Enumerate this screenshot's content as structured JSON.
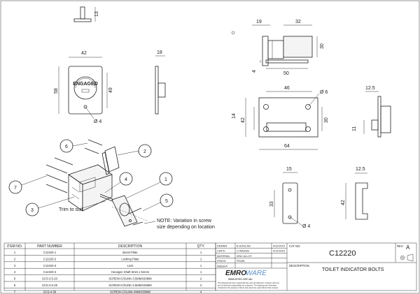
{
  "drawing": {
    "title_number": "C12220",
    "title_name": "TOILET INDICATOR BOLTS",
    "rev_label": "REV.",
    "rev_value": "A",
    "cat_no_label": "CAT NO.",
    "description_label": "DESCRIPTION",
    "brand_name": "EMRO",
    "brand_suffix": "WARE",
    "website": "www.emro.com.au",
    "disclaimer_1": "This drawing has been issued with due care and attention, however items as",
    "disclaimer_2": "are not held any responsibility for omissions. The drawing and information",
    "disclaimer_3": "contained is the property of Emro and cannot be used without their consent.",
    "meta": [
      {
        "label": "DRAWN",
        "value": "B DOOLAN",
        "date": "4/12/2015"
      },
      {
        "label": "CHK'D",
        "value": "U WAUGE",
        "date": "4/12/2015"
      },
      {
        "label": "MATERIAL",
        "value": "ZINC ALLOY",
        "date": ""
      },
      {
        "label": "FINISH",
        "value": "PEARL",
        "date": ""
      },
      {
        "label": "WEIGHT",
        "value": "",
        "date": ""
      }
    ],
    "bom_headers": [
      "ITEM NO.",
      "PART NUMBER",
      "DESCRIPTION",
      "QTY."
    ],
    "bom_rows": [
      [
        "1",
        "C12220-1",
        "Bezel Plate",
        "1"
      ],
      [
        "2",
        "C12220-2",
        "Locking Plate",
        "1"
      ],
      [
        "3",
        "C12220-3",
        "Lock",
        "1"
      ],
      [
        "4",
        "C12220-4",
        "Hexagon Shaft 5mm x 51mm",
        "1"
      ],
      [
        "5",
        "SCS-3.5-20",
        "SCREW-C/SUNK-3.5MMX20MM",
        "2"
      ],
      [
        "6",
        "SCS-3.5-25",
        "SCREW-C/SUNK-3.5MMX25MM",
        "2"
      ],
      [
        "7",
        "SCS-4-30",
        "SCREW-C/SUNK-4MMX30MM",
        "4"
      ]
    ],
    "engaged_text": "ENGAGED",
    "dims": {
      "d13": "13",
      "d42_bezel": "42",
      "d58": "58",
      "d49": "49",
      "d18": "18",
      "dia4_bezel": "Ø 4",
      "d19": "19",
      "d32": "32",
      "d30_top": "30",
      "d4": "4",
      "d50": "50",
      "d46": "46",
      "dia6": "Ø 6",
      "d14": "14",
      "d42_lock": "42",
      "d30_lock": "30",
      "d64": "64",
      "d12_5_top": "12.5",
      "d11": "11",
      "d15": "15",
      "d12_5_bot": "12.5",
      "d33": "33",
      "d42_plate": "42",
      "dia4_plate": "Ø 4"
    },
    "balloons": [
      "1",
      "2",
      "3",
      "4",
      "5",
      "6",
      "7"
    ],
    "trim_note": "Trim to suit",
    "note_line1": "NOTE: Variation in screw",
    "note_line2": "size depending on location"
  }
}
